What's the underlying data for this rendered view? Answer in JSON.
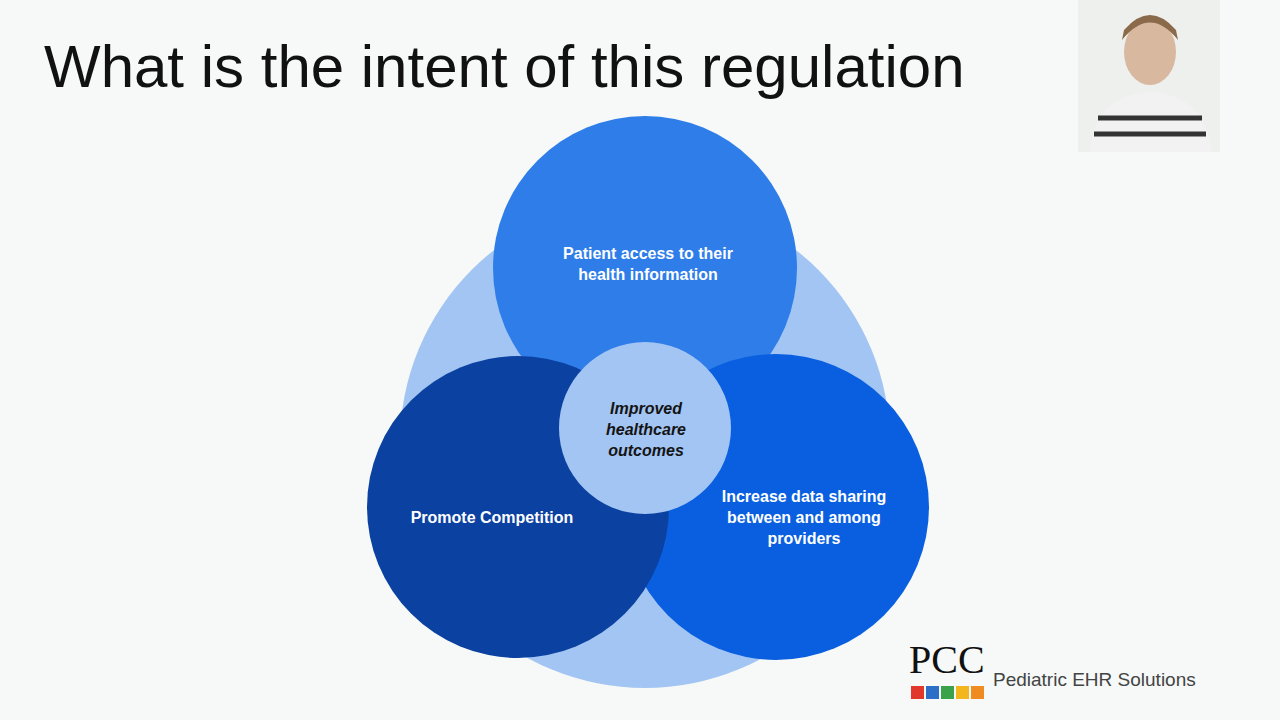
{
  "diagram": {
    "title": "What is the intent of this regulation",
    "nodes": [
      {
        "text": [
          "Patient access to their health information"
        ]
      },
      {
        "text": [
          "Improved healthcare outcomes"
        ]
      },
      {
        "text": [
          "Promote Competition"
        ]
      },
      {
        "text": [
          "Increase data sharing between and among providers"
        ]
      }
    ],
    "labels": [
      "PCC",
      "Pediatric EHR Solutions"
    ]
  }
}
